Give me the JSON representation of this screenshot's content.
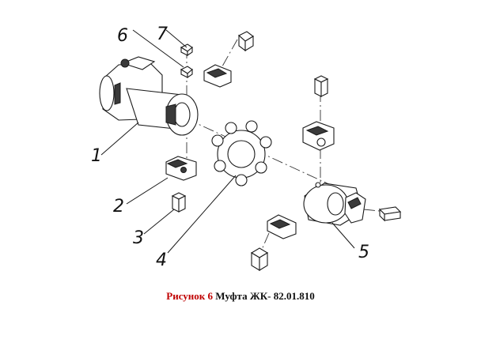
{
  "diagram": {
    "labels": [
      "1",
      "2",
      "3",
      "4",
      "5",
      "6",
      "7"
    ]
  },
  "caption": {
    "figure": "Рисунок 6",
    "title": "Муфта ЖК- 82.01.810"
  },
  "colors": {
    "figure_caption": "#c00000",
    "title_caption": "#111111"
  }
}
